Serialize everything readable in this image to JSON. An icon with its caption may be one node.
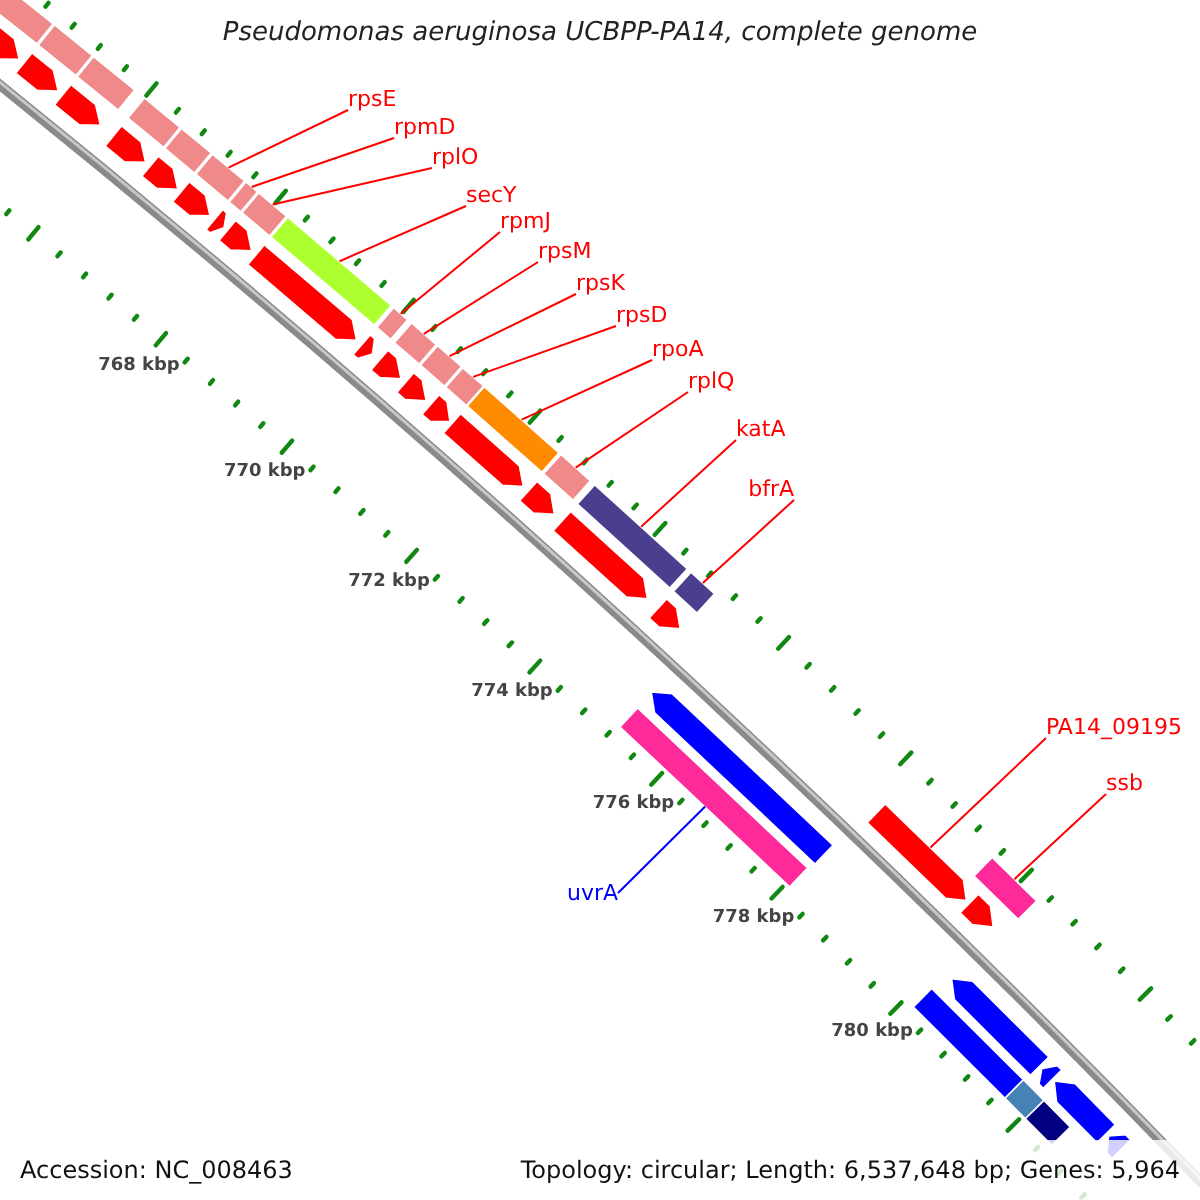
{
  "diagram": {
    "title": "Pseudomonas aeruginosa UCBPP-PA14, complete genome",
    "nodes": [
      {
        "text": [
          "rpsE"
        ]
      },
      {
        "text": [
          "rpmD"
        ]
      },
      {
        "text": [
          "rplO"
        ]
      },
      {
        "text": [
          "secY"
        ]
      },
      {
        "text": [
          "rpmJ"
        ]
      },
      {
        "text": [
          "rpsM"
        ]
      },
      {
        "text": [
          "rpsK"
        ]
      },
      {
        "text": [
          "rpsD"
        ]
      },
      {
        "text": [
          "rpoA"
        ]
      },
      {
        "text": [
          "rplQ"
        ]
      },
      {
        "text": [
          "katA"
        ]
      },
      {
        "text": [
          "bfrA"
        ]
      },
      {
        "text": [
          "PA14_09195"
        ]
      },
      {
        "text": [
          "ssb"
        ]
      },
      {
        "text": [
          "uvrA"
        ]
      },
      {
        "text": [],
        "shape": "bar"
      },
      {
        "text": [],
        "shape": "bar"
      },
      {
        "text": [],
        "shape": "bar"
      },
      {
        "text": [],
        "shape": "bar"
      },
      {
        "text": [],
        "shape": "bar"
      },
      {
        "text": [],
        "shape": "bar"
      },
      {
        "text": [],
        "shape": "bar"
      },
      {
        "text": [],
        "shape": "bar"
      },
      {
        "text": [],
        "shape": "bar"
      },
      {
        "text": [],
        "shape": "bar"
      },
      {
        "text": [],
        "shape": "bar"
      },
      {
        "text": [],
        "shape": "bar"
      },
      {
        "text": [],
        "shape": "arrow"
      },
      {
        "text": [],
        "shape": "bar"
      },
      {
        "text": [],
        "shape": "bar"
      },
      {
        "text": [],
        "shape": "bar"
      },
      {
        "text": [],
        "shape": "bar"
      },
      {
        "text": [],
        "shape": "bar"
      },
      {
        "text": [],
        "shape": "bar"
      },
      {
        "text": [],
        "shape": "bar"
      },
      {
        "text": [],
        "shape": "arrow"
      },
      {
        "text": [],
        "shape": "arrow"
      },
      {
        "text": [],
        "shape": "arrow"
      },
      {
        "text": [],
        "shape": "arrow"
      },
      {
        "text": [],
        "shape": "arrow"
      },
      {
        "text": [],
        "shape": "arrow"
      },
      {
        "text": [],
        "shape": "arrow"
      },
      {
        "text": [],
        "shape": "arrow"
      },
      {
        "text": [],
        "shape": "arrow"
      },
      {
        "text": [],
        "shape": "arrow"
      },
      {
        "text": [],
        "shape": "arrow"
      },
      {
        "text": [],
        "shape": "arrow"
      },
      {
        "text": [],
        "shape": "arrow"
      },
      {
        "text": [],
        "shape": "arrow"
      },
      {
        "text": [],
        "shape": "arrow"
      },
      {
        "text": [],
        "shape": "arrow"
      },
      {
        "text": [],
        "shape": "arrow"
      },
      {
        "text": [],
        "shape": "arrow"
      },
      {
        "text": [],
        "shape": "arrow"
      },
      {
        "text": [],
        "shape": "arrow"
      },
      {
        "text": [],
        "shape": "arrow"
      },
      {
        "text": [],
        "shape": "arrow"
      },
      {
        "text": [],
        "shape": "arrow"
      },
      {
        "text": [],
        "shape": "bar"
      },
      {
        "text": [],
        "shape": "bar"
      },
      {
        "text": [],
        "shape": "bar"
      }
    ],
    "edges": [
      {
        "from": 0,
        "to": 15,
        "arrow": "none"
      },
      {
        "from": 1,
        "to": 16,
        "arrow": "none"
      },
      {
        "from": 2,
        "to": 17,
        "arrow": "none"
      },
      {
        "from": 3,
        "to": 18,
        "arrow": "none"
      },
      {
        "from": 4,
        "to": 19,
        "arrow": "none"
      },
      {
        "from": 5,
        "to": 20,
        "arrow": "none"
      },
      {
        "from": 6,
        "to": 21,
        "arrow": "none"
      },
      {
        "from": 7,
        "to": 22,
        "arrow": "none"
      },
      {
        "from": 8,
        "to": 23,
        "arrow": "none"
      },
      {
        "from": 9,
        "to": 24,
        "arrow": "none"
      },
      {
        "from": 10,
        "to": 25,
        "arrow": "none"
      },
      {
        "from": 11,
        "to": 26,
        "arrow": "none"
      },
      {
        "from": 12,
        "to": 27,
        "arrow": "none"
      },
      {
        "from": 13,
        "to": 28,
        "arrow": "none"
      },
      {
        "from": 14,
        "to": 29,
        "arrow": "none",
        "color": "#0000ff"
      }
    ],
    "labels": [
      "768 kbp",
      "770 kbp",
      "772 kbp",
      "774 kbp",
      "776 kbp",
      "778 kbp",
      "780 kbp",
      "Accession: NC_008463",
      "Topology: circular; Length: 6,537,648 bp; Genes: 5,964"
    ]
  }
}
